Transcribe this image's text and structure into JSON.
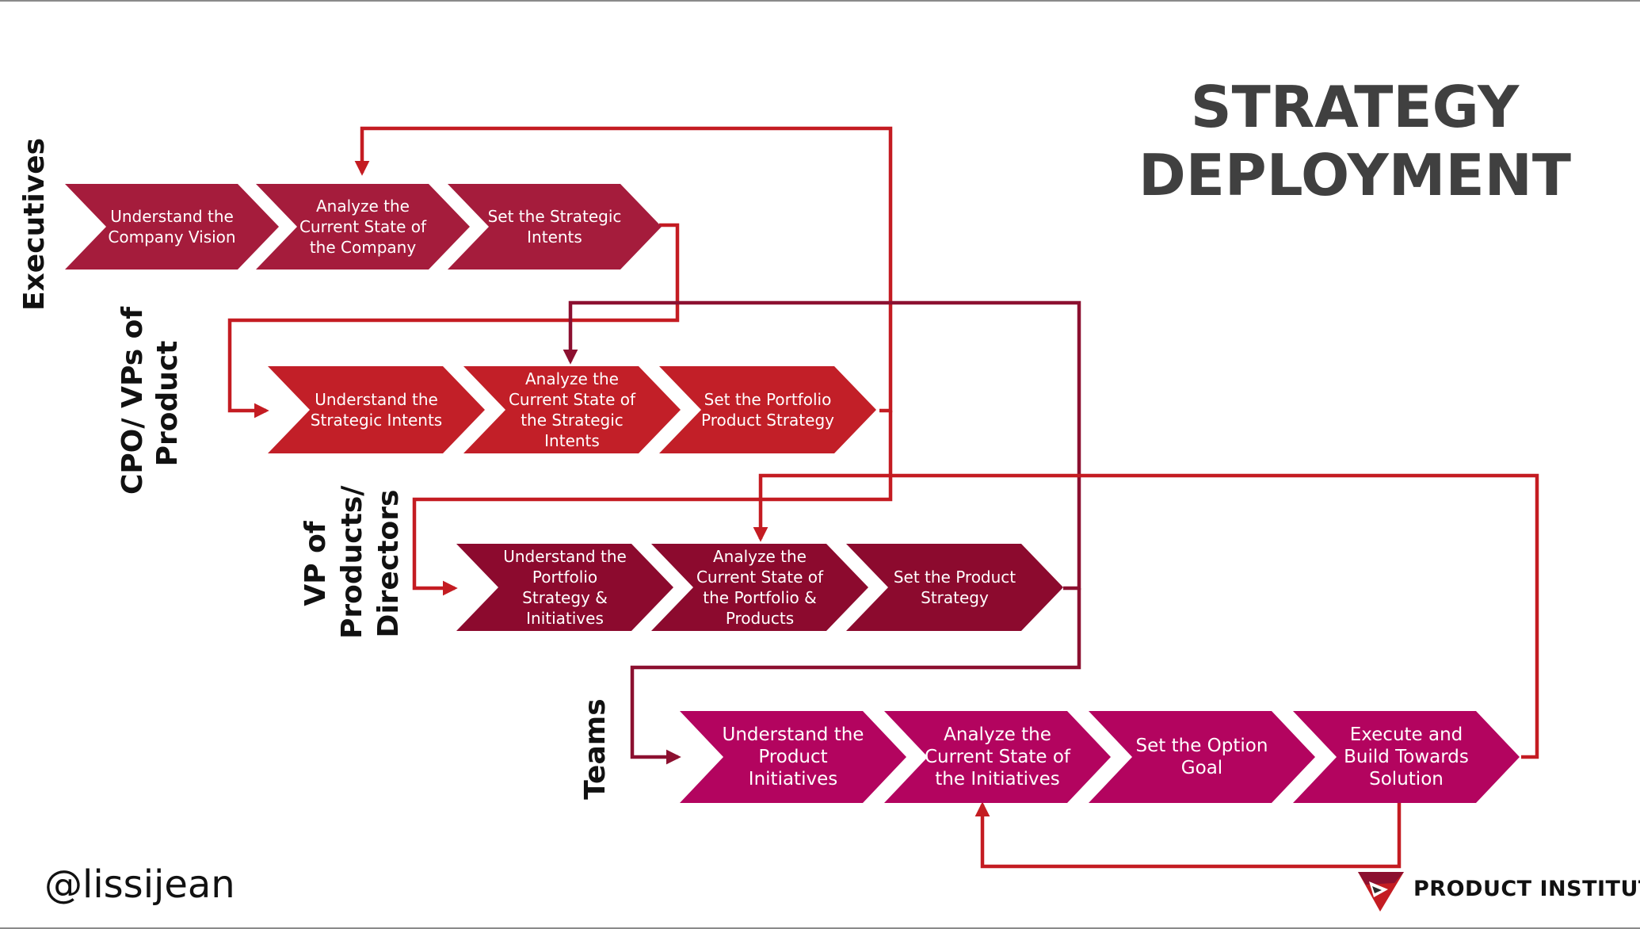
{
  "title": [
    "STRATEGY",
    "DEPLOYMENT"
  ],
  "handle": "@lissijean",
  "brand": "PRODUCT INSTITUTE",
  "colors": {
    "executives": "#a51c3c",
    "cpo": "#c21f28",
    "vp": "#8c0a2e",
    "teams": "#b3045f",
    "arrow_red": "#c41c22",
    "arrow_dark": "#8c1030",
    "title": "#404040"
  },
  "lanes": {
    "executives": {
      "label": [
        "Executives"
      ]
    },
    "cpo": {
      "label": [
        "CPO/ VPs of",
        "Product"
      ]
    },
    "vp": {
      "label": [
        "VP of",
        "Products/",
        "Directors"
      ]
    },
    "teams": {
      "label": [
        "Teams"
      ]
    }
  },
  "steps": {
    "executives": [
      [
        "Understand the",
        "Company Vision"
      ],
      [
        "Analyze the",
        "Current State of",
        "the Company"
      ],
      [
        "Set the Strategic",
        "Intents"
      ]
    ],
    "cpo": [
      [
        "Understand the",
        "Strategic Intents"
      ],
      [
        "Analyze the",
        "Current State of",
        "the Strategic",
        "Intents"
      ],
      [
        "Set the Portfolio",
        "Product Strategy"
      ]
    ],
    "vp": [
      [
        "Understand the",
        "Portfolio",
        "Strategy &",
        "Initiatives"
      ],
      [
        "Analyze the",
        "Current State of",
        "the Portfolio &",
        "Products"
      ],
      [
        "Set the Product",
        "Strategy"
      ]
    ],
    "teams": [
      [
        "Understand the",
        "Product",
        "Initiatives"
      ],
      [
        "Analyze the",
        "Current State of",
        "the Initiatives"
      ],
      [
        "Set the Option",
        "Goal"
      ],
      [
        "Execute and",
        "Build Towards",
        "Solution"
      ]
    ]
  },
  "icons": {
    "logo": "product-institute-logo-icon"
  }
}
